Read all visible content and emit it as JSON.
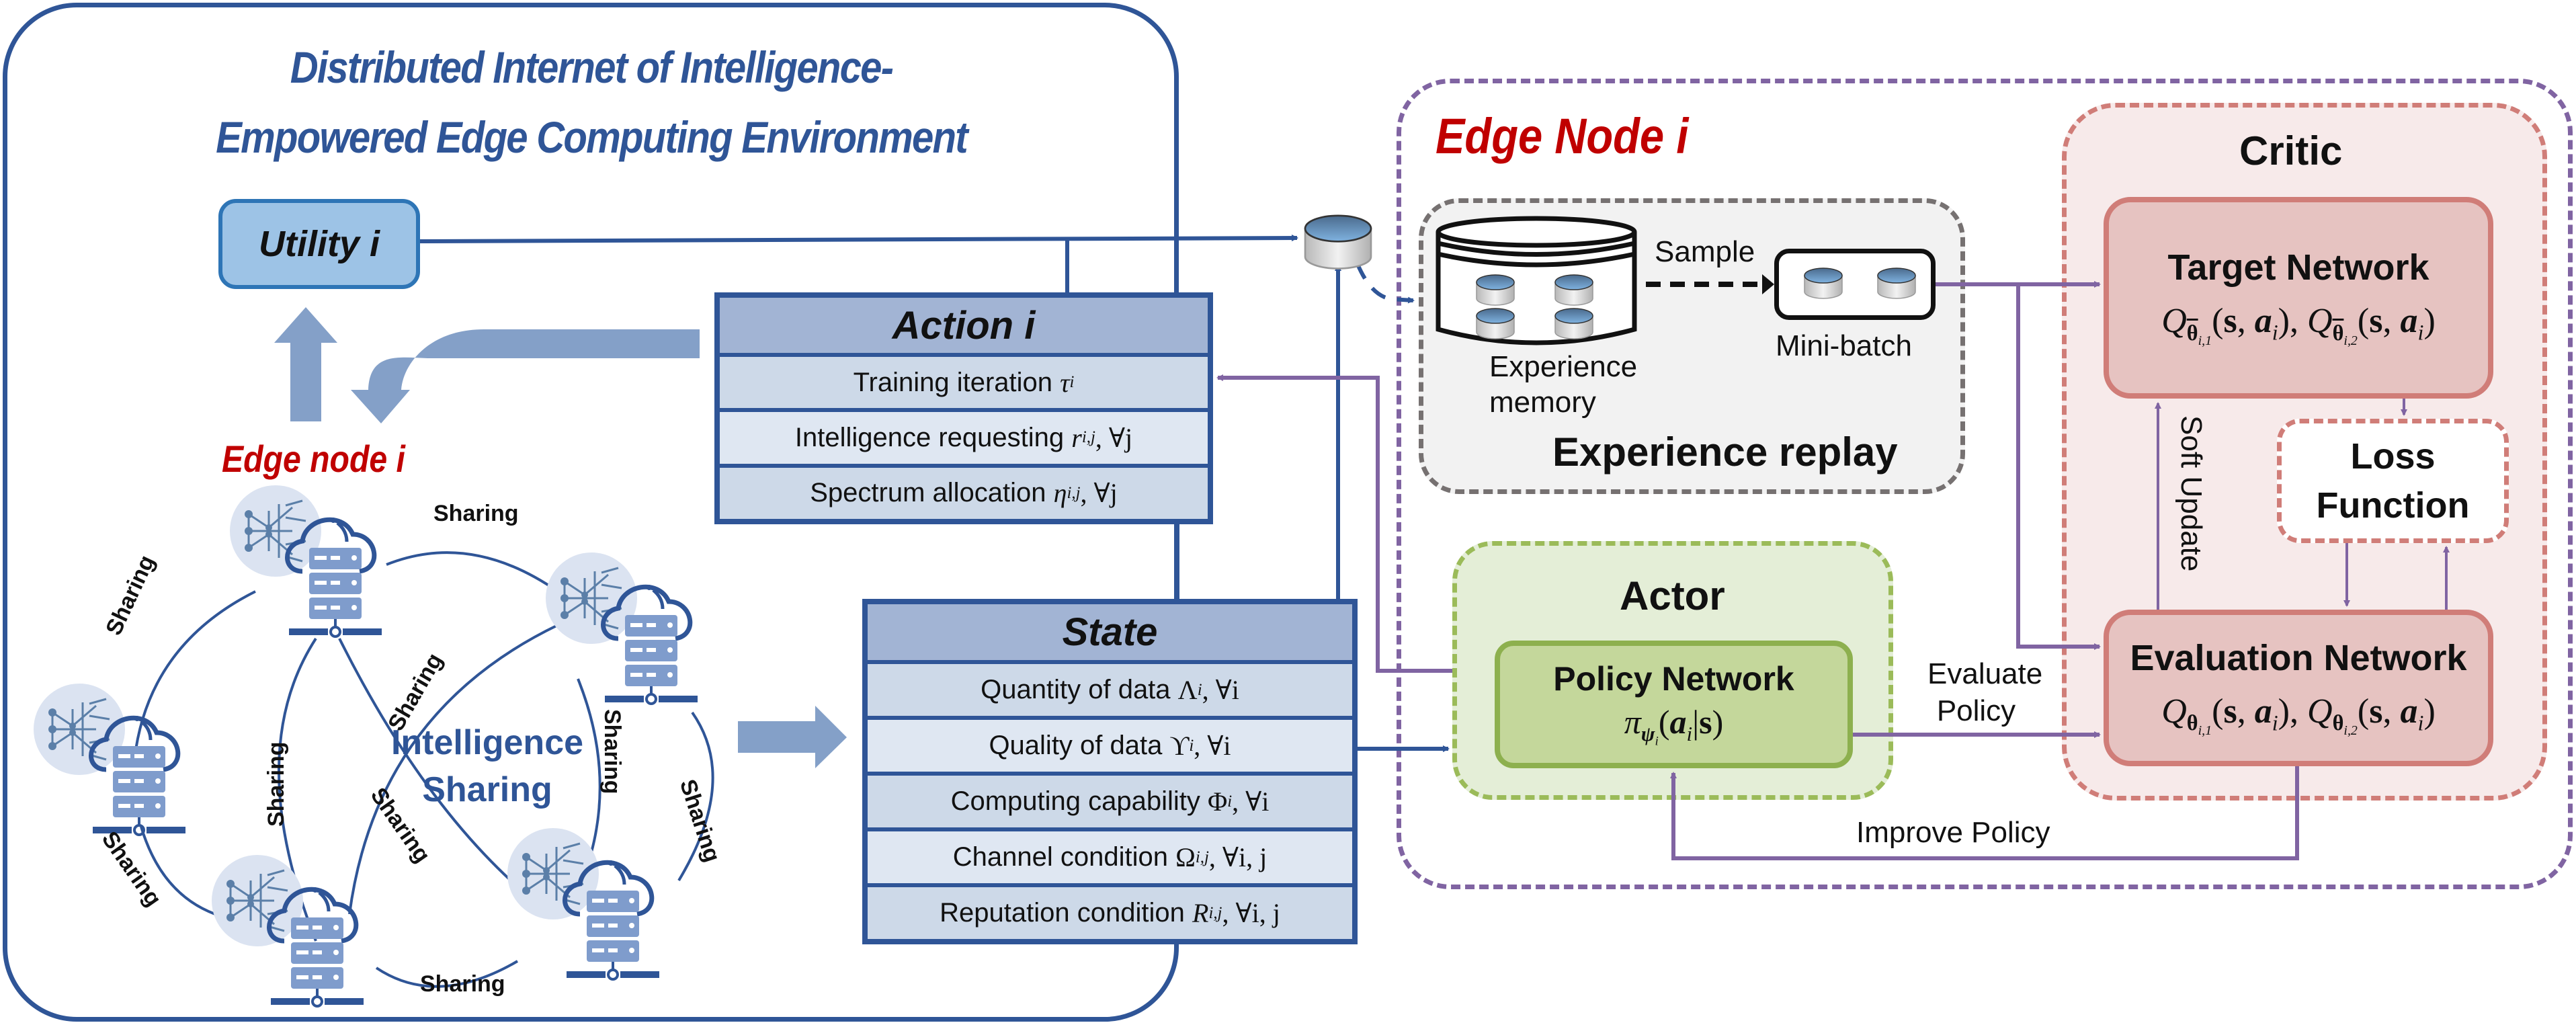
{
  "environment": {
    "title_line1": "Distributed Internet of Intelligence-",
    "title_line2": "Empowered Edge Computing Environment",
    "utility_label": "Utility i",
    "edge_node_label": "Edge node i",
    "center_label_line1": "Intelligence",
    "center_label_line2": "Sharing",
    "sharing_label": "Sharing",
    "sharing_link_count": 9,
    "node_count": 5
  },
  "action_table": {
    "header": "Action i",
    "rows": [
      {
        "text": "Training iteration ",
        "symbol": "τ",
        "sub": "i",
        "suffix": ""
      },
      {
        "text": "Intelligence requesting ",
        "symbol": "r",
        "sub": "i,j",
        "suffix": ", ∀j"
      },
      {
        "text": "Spectrum allocation ",
        "symbol": "η",
        "sub": "i,j",
        "suffix": ", ∀j"
      }
    ]
  },
  "state_table": {
    "header": "State",
    "rows": [
      {
        "text": "Quantity of data ",
        "symbol": "Λ",
        "sub": "i",
        "suffix": ", ∀i"
      },
      {
        "text": "Quality of data ",
        "symbol": "ϒ",
        "sub": "i",
        "suffix": ", ∀i"
      },
      {
        "text": "Computing capability ",
        "symbol": "Φ",
        "sub": "i",
        "suffix": ", ∀i"
      },
      {
        "text": "Channel condition ",
        "symbol": "Ω",
        "sub": "i,j",
        "suffix": ", ∀i, j"
      },
      {
        "text": "Reputation condition ",
        "symbol": "R",
        "sub": "i,j",
        "suffix": ", ∀i, j"
      }
    ]
  },
  "edge_node": {
    "title": "Edge Node i",
    "replay": {
      "title": "Experience replay",
      "memory_line1": "Experience",
      "memory_line2": "memory",
      "sample_label": "Sample",
      "minibatch_label": "Mini-batch"
    },
    "critic": {
      "title": "Critic",
      "target_network": {
        "title": "Target Network",
        "formula": "Q_θ̄i,1(s, a_i), Q_θ̄i,2(s, a_i)"
      },
      "evaluation_network": {
        "title": "Evaluation Network",
        "formula": "Q_θi,1(s, a_i), Q_θi,2(s, a_i)"
      },
      "loss_line1": "Loss",
      "loss_line2": "Function",
      "soft_update_label": "Soft Update"
    },
    "actor": {
      "title": "Actor",
      "policy_network": {
        "title": "Policy Network",
        "formula": "π_ψi(a_i|s)"
      }
    },
    "evaluate_policy_line1": "Evaluate",
    "evaluate_policy_line2": "Policy",
    "improve_policy_label": "Improve Policy"
  },
  "colors": {
    "env_blue": "#2f5597",
    "edge_red": "#c00000",
    "flow_purple": "#8064a2",
    "critic_border": "#d07d78",
    "actor_border": "#9bbb59",
    "replay_border": "#767171",
    "block_arrow": "#84a0c8"
  }
}
